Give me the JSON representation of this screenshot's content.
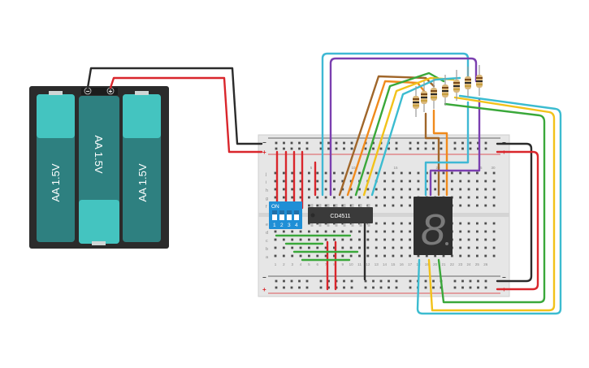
{
  "battery": {
    "cells": [
      {
        "label": "AA 1.5V"
      },
      {
        "label": "AA 1.5V"
      },
      {
        "label": "AA 1.5V"
      }
    ],
    "negative_sign": "−",
    "positive_sign": "+",
    "color_case": "#2b2b2b",
    "color_cell": "#2e8080",
    "color_cell_cap": "#44c4c0"
  },
  "breadboard": {
    "rail_minus": "−",
    "rail_plus": "+",
    "row_letters_top": [
      "j",
      "i",
      "h",
      "g",
      "f"
    ],
    "row_letters_bottom": [
      "e",
      "d",
      "c",
      "b",
      "a"
    ],
    "column_numbers_top": [
      "1",
      "5",
      "10",
      "15",
      "20",
      "25",
      "30"
    ],
    "column_numbers_bottom": [
      "1",
      "2",
      "3",
      "4",
      "5",
      "6",
      "7",
      "8",
      "9",
      "10",
      "11",
      "12",
      "13",
      "14",
      "15",
      "16",
      "17",
      "18",
      "19",
      "20",
      "21",
      "22",
      "23",
      "24",
      "25",
      "26"
    ],
    "color_board": "#e9e9e9",
    "color_hole": "#4d4d4d"
  },
  "dip_switch": {
    "on_label": "ON",
    "positions": [
      "1",
      "2",
      "3",
      "4"
    ],
    "color_body": "#1f8fd6"
  },
  "chip": {
    "label": "CD4511",
    "color_body": "#3a3a3a"
  },
  "display": {
    "digit": "8",
    "color_body": "#2f2f2f",
    "color_segment": "#7a7a7a"
  },
  "wire_colors": {
    "red": "#d9262c",
    "black": "#2b2b2b",
    "blue": "#3fb8d4",
    "purple": "#7b3fb0",
    "brown": "#a0662a",
    "orange": "#f08a1c",
    "green": "#3aa83a",
    "yellow": "#f2c21a",
    "teal": "#3cbcd0"
  }
}
